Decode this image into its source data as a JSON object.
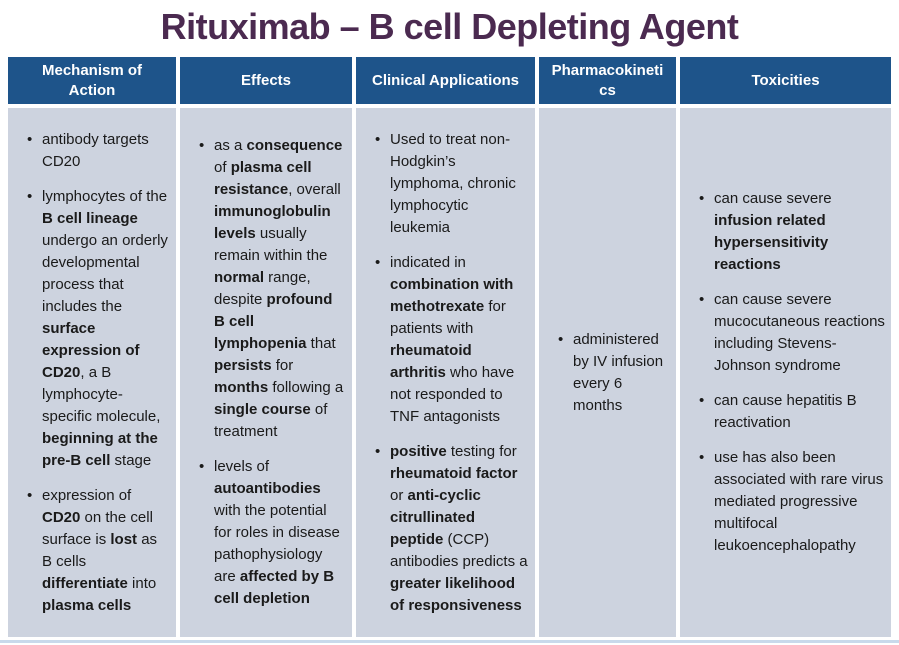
{
  "title": "Rituximab – B cell Depleting Agent",
  "colors": {
    "header_bg": "#1E548A",
    "cell_bg": "#CDD3DF",
    "title_color": "#4B2A50",
    "text_color": "#1A1A1A",
    "separator": "#FFFFFF",
    "bottom_line": "#C9D9EB"
  },
  "table": {
    "columns": [
      {
        "id": "mechanism-of-action",
        "header_lines": [
          "Mechanism of",
          "Action"
        ],
        "bullets": [
          [
            {
              "t": "antibody targets CD20"
            }
          ],
          [
            {
              "t": "lymphocytes of the "
            },
            {
              "t": "B cell lineage",
              "b": true
            },
            {
              "t": " undergo an orderly developmental process that includes the "
            },
            {
              "t": "surface expression of CD20",
              "b": true
            },
            {
              "t": ", a B lymphocyte-specific molecule, "
            },
            {
              "t": "beginning at the pre-B cell",
              "b": true
            },
            {
              "t": " stage"
            }
          ],
          [
            {
              "t": "expression of "
            },
            {
              "t": "CD20",
              "b": true
            },
            {
              "t": " on the cell surface is "
            },
            {
              "t": "lost",
              "b": true
            },
            {
              "t": " as B cells "
            },
            {
              "t": "differentiate",
              "b": true
            },
            {
              "t": " into "
            },
            {
              "t": "plasma cells",
              "b": true
            }
          ]
        ]
      },
      {
        "id": "effects",
        "header_lines": [
          "Effects"
        ],
        "bullets": [
          [
            {
              "t": "as a "
            },
            {
              "t": "consequence",
              "b": true
            },
            {
              "t": " of "
            },
            {
              "t": "plasma cell resistance",
              "b": true
            },
            {
              "t": ", overall "
            },
            {
              "t": "immunoglobulin levels",
              "b": true
            },
            {
              "t": " usually remain within the "
            },
            {
              "t": "normal",
              "b": true
            },
            {
              "t": " range, despite "
            },
            {
              "t": "profound B cell lymphopenia",
              "b": true
            },
            {
              "t": " that "
            },
            {
              "t": "persists",
              "b": true
            },
            {
              "t": " for "
            },
            {
              "t": "months",
              "b": true
            },
            {
              "t": " following a "
            },
            {
              "t": "single course",
              "b": true
            },
            {
              "t": " of treatment"
            }
          ],
          [
            {
              "t": "levels of "
            },
            {
              "t": "autoantibodies",
              "b": true
            },
            {
              "t": " with the potential for roles in disease pathophysiology are "
            },
            {
              "t": "affected by B cell depletion",
              "b": true
            }
          ]
        ]
      },
      {
        "id": "clinical-applications",
        "header_lines": [
          "Clinical Applications"
        ],
        "bullets": [
          [
            {
              "t": "Used to treat non-Hodgkin’s lymphoma, chronic lymphocytic leukemia"
            }
          ],
          [
            {
              "t": "indicated in "
            },
            {
              "t": "combination with methotrexate",
              "b": true
            },
            {
              "t": " for patients with "
            },
            {
              "t": "rheumatoid arthritis",
              "b": true
            },
            {
              "t": " who have not responded to TNF antagonists"
            }
          ],
          [
            {
              "t": "positive",
              "b": true
            },
            {
              "t": " testing for "
            },
            {
              "t": "rheumatoid factor",
              "b": true
            },
            {
              "t": " or "
            },
            {
              "t": "anti-cyclic citrullinated peptide",
              "b": true
            },
            {
              "t": " (CCP) antibodies predicts a "
            },
            {
              "t": "greater likelihood of responsiveness",
              "b": true
            }
          ]
        ]
      },
      {
        "id": "pharmacokinetics",
        "header_lines": [
          "Pharmacokineti",
          "cs"
        ],
        "bullets": [
          [
            {
              "t": "administered by IV infusion every 6 months"
            }
          ]
        ]
      },
      {
        "id": "toxicities",
        "header_lines": [
          "Toxicities"
        ],
        "bullets": [
          [
            {
              "t": "can cause severe "
            },
            {
              "t": "infusion related hypersensitivity reactions",
              "b": true
            }
          ],
          [
            {
              "t": "can cause severe mucocutaneous reactions including Stevens-Johnson syndrome"
            }
          ],
          [
            {
              "t": "can cause hepatitis B reactivation"
            }
          ],
          [
            {
              "t": "use has also been associated with rare virus mediated progressive multifocal leukoencephalopathy"
            }
          ]
        ]
      }
    ]
  }
}
